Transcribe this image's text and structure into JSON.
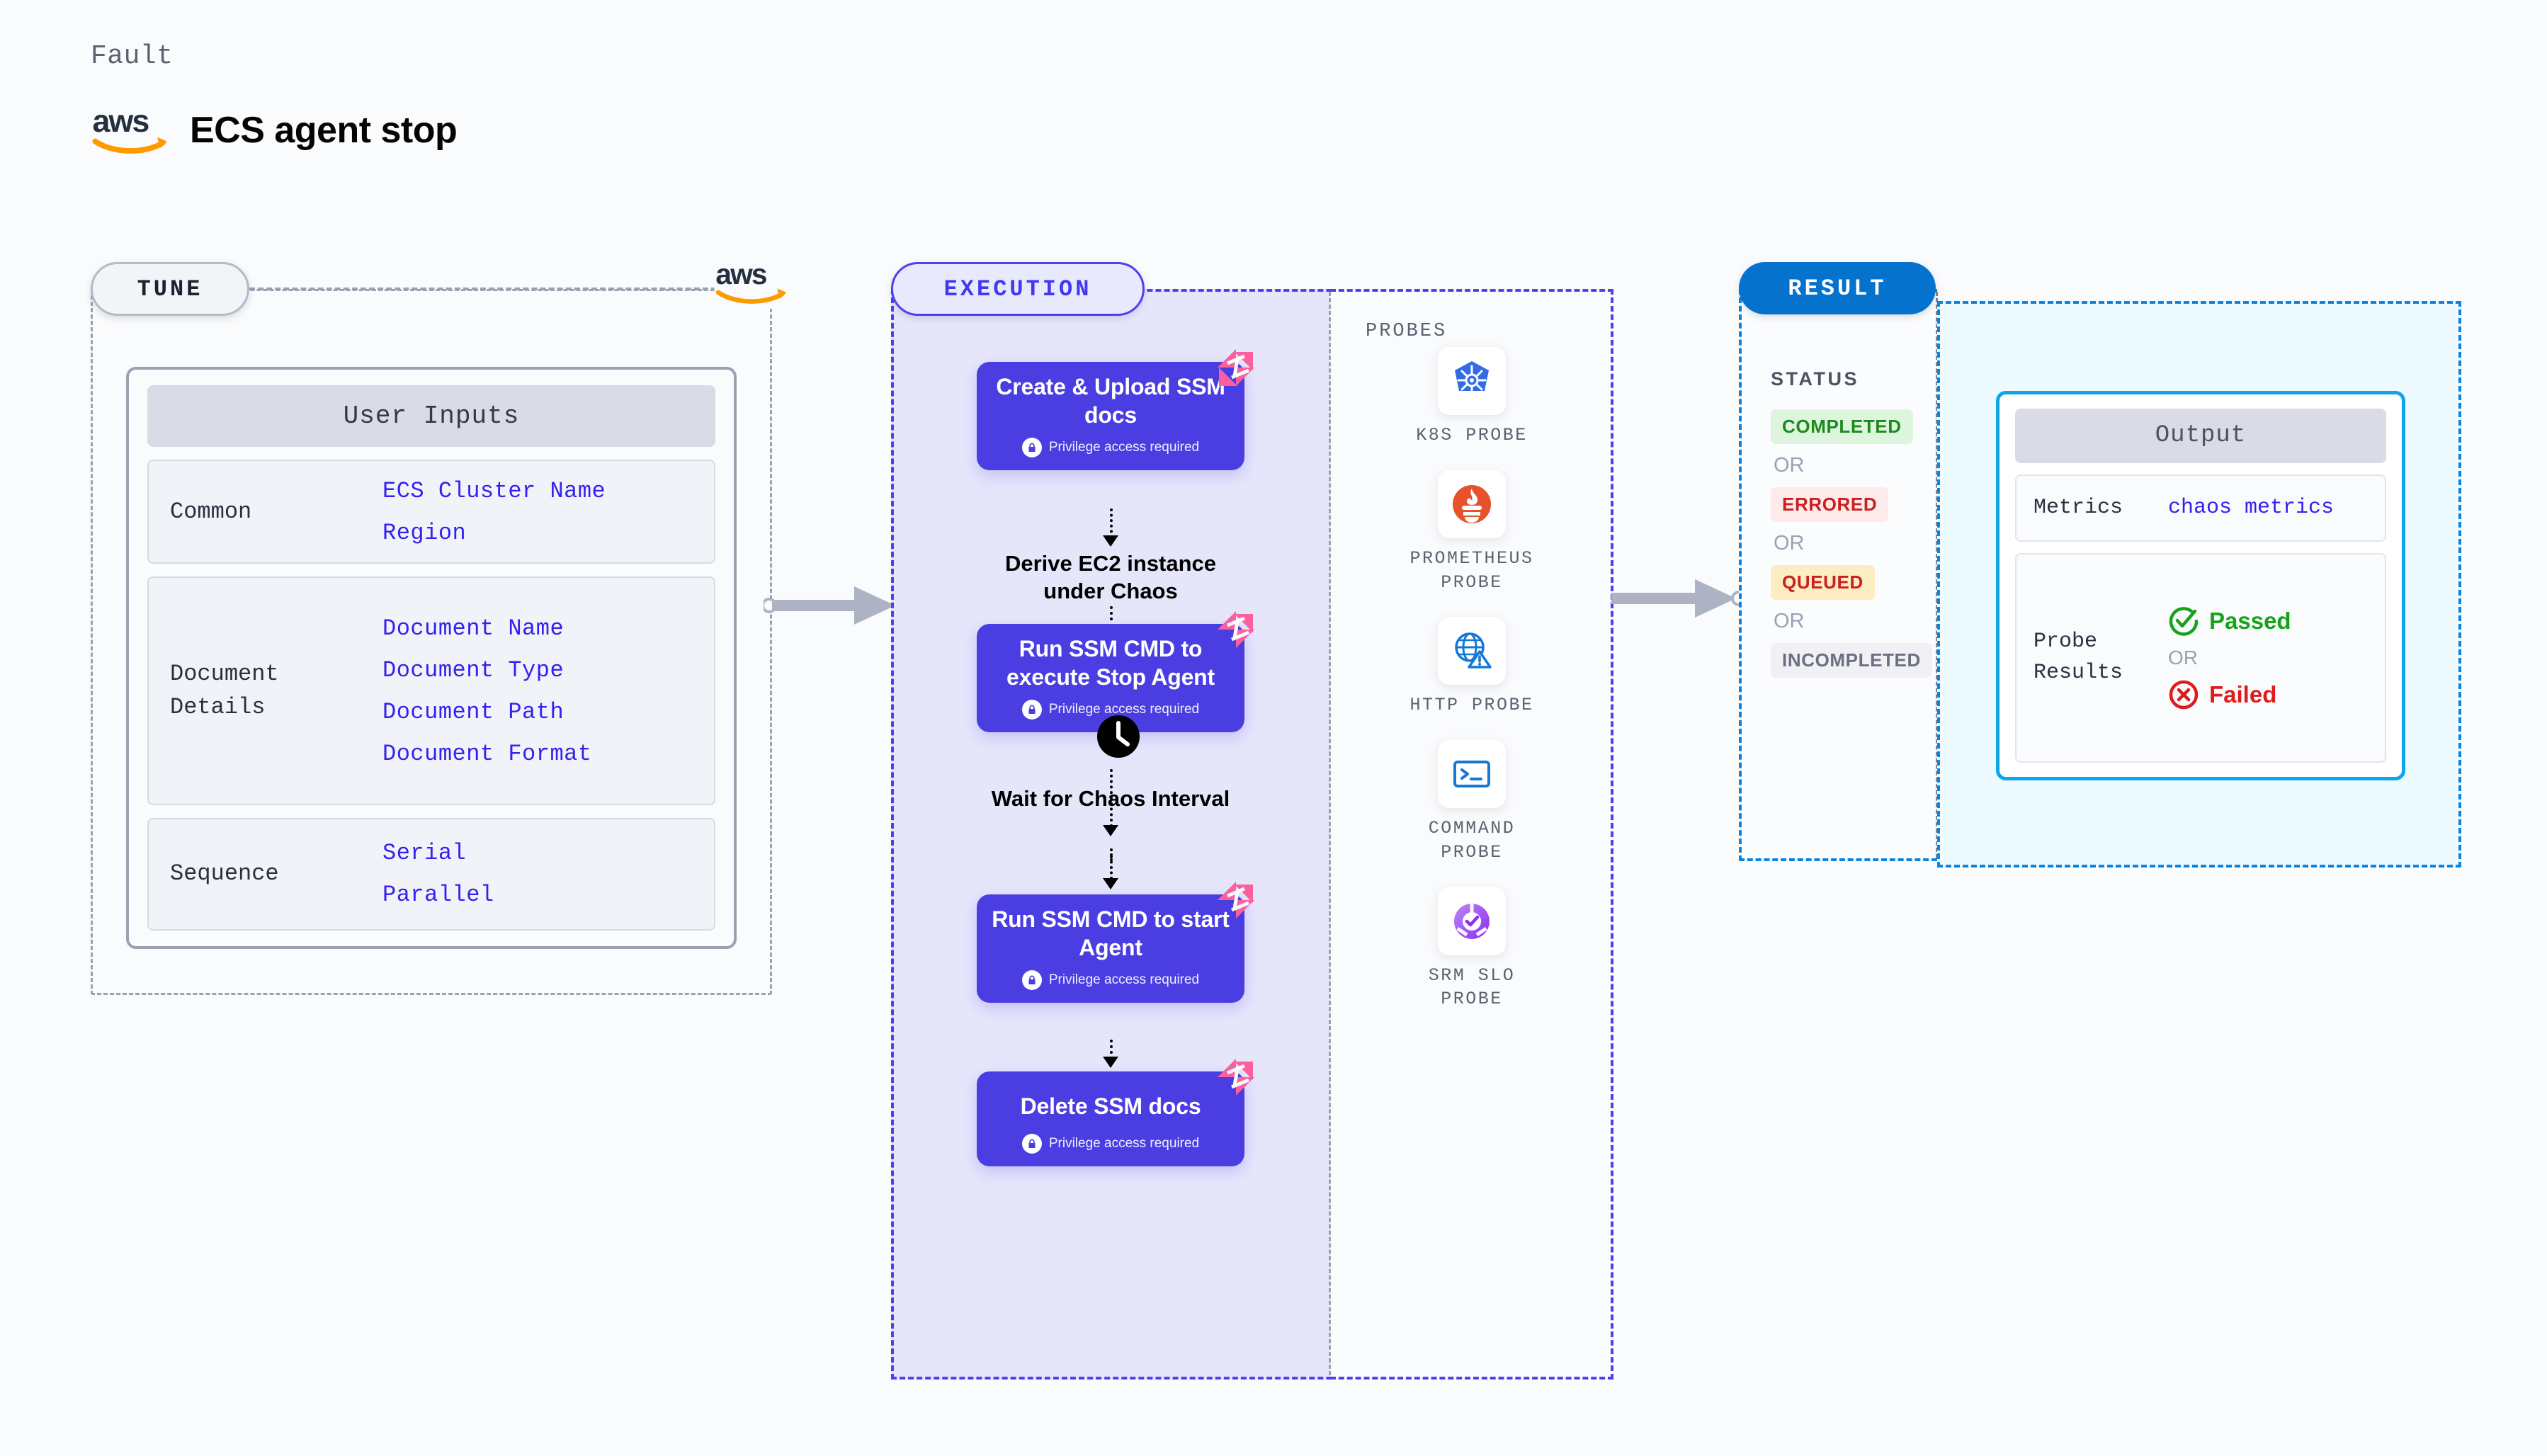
{
  "header": {
    "kicker": "Fault",
    "title": "ECS agent stop",
    "logo_icon": "aws-logo"
  },
  "tune": {
    "pill_label": "TUNE",
    "provider_logo_icon": "aws-logo",
    "card": {
      "header": "User Inputs",
      "groups": [
        {
          "label": "Common",
          "values": [
            "ECS Cluster Name",
            "Region"
          ]
        },
        {
          "label": "Document\nDetails",
          "values": [
            "Document Name",
            "Document Type",
            "Document Path",
            "Document Format"
          ]
        },
        {
          "label": "Sequence",
          "values": [
            "Serial",
            "Parallel"
          ]
        }
      ]
    }
  },
  "execution": {
    "pill_label": "EXECUTION",
    "nodes": [
      {
        "title": "Create & Upload SSM docs",
        "sub": "Privilege access required",
        "badge_icon": "harness-ribbon-icon",
        "lock_icon": "lock-icon"
      },
      {
        "title": "Run SSM CMD to execute Stop Agent",
        "sub": "Privilege access required",
        "badge_icon": "harness-ribbon-icon",
        "lock_icon": "lock-icon"
      },
      {
        "title": "Run SSM CMD to start Agent",
        "sub": "Privilege access required",
        "badge_icon": "harness-ribbon-icon",
        "lock_icon": "lock-icon"
      },
      {
        "title": "Delete SSM docs",
        "sub": "Privilege access required",
        "badge_icon": "harness-ribbon-icon",
        "lock_icon": "lock-icon"
      }
    ],
    "steps": [
      {
        "label": "Derive EC2 instance under Chaos",
        "icon": null
      },
      {
        "label": "Wait for Chaos Interval",
        "icon": "clock-icon"
      }
    ]
  },
  "probes": {
    "title": "PROBES",
    "items": [
      {
        "label": "K8S PROBE",
        "icon": "kubernetes-icon"
      },
      {
        "label": "PROMETHEUS PROBE",
        "icon": "prometheus-icon"
      },
      {
        "label": "HTTP PROBE",
        "icon": "http-globe-icon"
      },
      {
        "label": "COMMAND PROBE",
        "icon": "terminal-icon"
      },
      {
        "label": "SRM SLO PROBE",
        "icon": "srm-slo-icon"
      }
    ]
  },
  "result": {
    "pill_label": "RESULT",
    "status_title": "STATUS",
    "or_label": "OR",
    "statuses": [
      {
        "label": "COMPLETED",
        "style": "chip-completed"
      },
      {
        "label": "ERRORED",
        "style": "chip-errored"
      },
      {
        "label": "QUEUED",
        "style": "chip-queued"
      },
      {
        "label": "INCOMPLETED",
        "style": "chip-incomplete"
      }
    ]
  },
  "output": {
    "header": "Output",
    "metrics_label": "Metrics",
    "metrics_value": "chaos metrics",
    "probe_results_label": "Probe\nResults",
    "passed_label": "Passed",
    "failed_label": "Failed",
    "or_label": "OR",
    "passed_icon": "check-circle-icon",
    "failed_icon": "x-circle-icon"
  },
  "colors": {
    "node_purple": "#4a3ee2",
    "exec_panel": "#e6e6fb",
    "exec_border": "#4e3ff0",
    "result_blue": "#0572ce",
    "output_border": "#10a5e8",
    "value_blue": "#3322ef",
    "ribbon_pink": "#fb5f9d",
    "aws_orange": "#f90",
    "pass_green": "#17a317",
    "fail_red": "#e01b1b"
  }
}
